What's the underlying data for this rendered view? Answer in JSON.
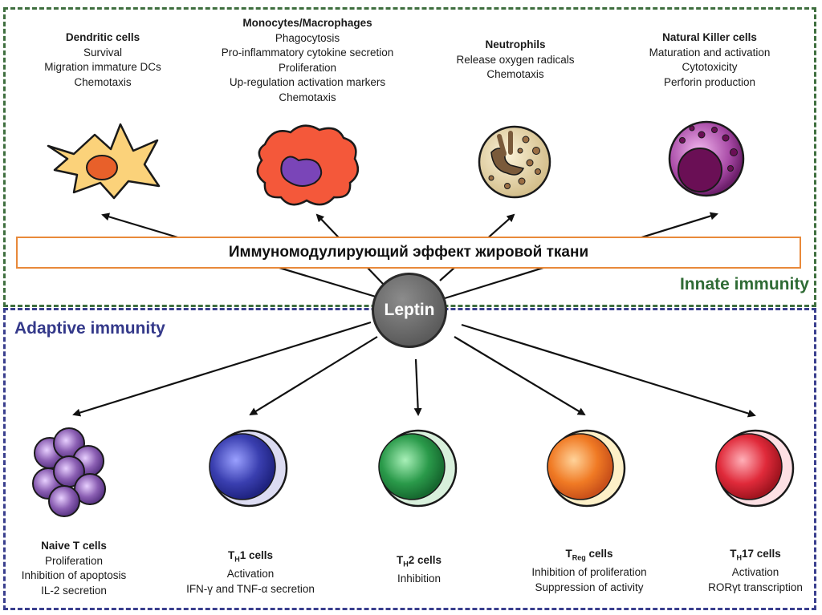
{
  "banner": "Иммуномодулирующий эффект жировой ткани",
  "center": "Leptin",
  "innate": {
    "title": "Innate immunity",
    "cells": [
      {
        "name": "Dendritic cells",
        "lines": [
          "Survival",
          "Migration immature DCs",
          "Chemotaxis"
        ],
        "icon": "dendritic-cell-icon",
        "color": "#f3a23a"
      },
      {
        "name": "Monocytes/Macrophages",
        "lines": [
          "Phagocytosis",
          "Pro-inflammatory cytokine secretion",
          "Proliferation",
          "Up-regulation activation markers",
          "Chemotaxis"
        ],
        "icon": "macrophage-icon",
        "color": "#e8462c"
      },
      {
        "name": "Neutrophils",
        "lines": [
          "Release oxygen radicals",
          "Chemotaxis"
        ],
        "icon": "neutrophil-icon",
        "color": "#d8c9a3"
      },
      {
        "name": "Natural Killer cells",
        "lines": [
          "Maturation and activation",
          "Cytotoxicity",
          "Perforin production"
        ],
        "icon": "nk-cell-icon",
        "color": "#8b2a8c"
      }
    ]
  },
  "adaptive": {
    "title": "Adaptive immunity",
    "cells": [
      {
        "name_main": "Naive T cells",
        "name_pre": "",
        "name_sub": "",
        "name_post": "",
        "lines": [
          "Proliferation",
          "Inhibition of apoptosis",
          "IL-2 secretion"
        ],
        "icon": "naive-t-cells-icon",
        "color": "#8b5fb3"
      },
      {
        "name_main": "",
        "name_pre": "T",
        "name_sub": "H",
        "name_post": "1 cells",
        "lines": [
          "Activation",
          "IFN-γ and TNF-α secretion"
        ],
        "icon": "th1-cell-icon",
        "color": "#3a3fb0"
      },
      {
        "name_main": "",
        "name_pre": "T",
        "name_sub": "H",
        "name_post": "2 cells",
        "lines": [
          "Inhibition"
        ],
        "icon": "th2-cell-icon",
        "color": "#2a9a4a"
      },
      {
        "name_main": "",
        "name_pre": "T",
        "name_sub": "Reg",
        "name_post": " cells",
        "lines": [
          "Inhibition of proliferation",
          "Suppression of activity"
        ],
        "icon": "treg-cell-icon",
        "color": "#f07a24"
      },
      {
        "name_main": "",
        "name_pre": "T",
        "name_sub": "H",
        "name_post": "17 cells",
        "lines": [
          "Activation",
          "RORγt transcription"
        ],
        "icon": "th17-cell-icon",
        "color": "#e02a3a"
      }
    ]
  }
}
